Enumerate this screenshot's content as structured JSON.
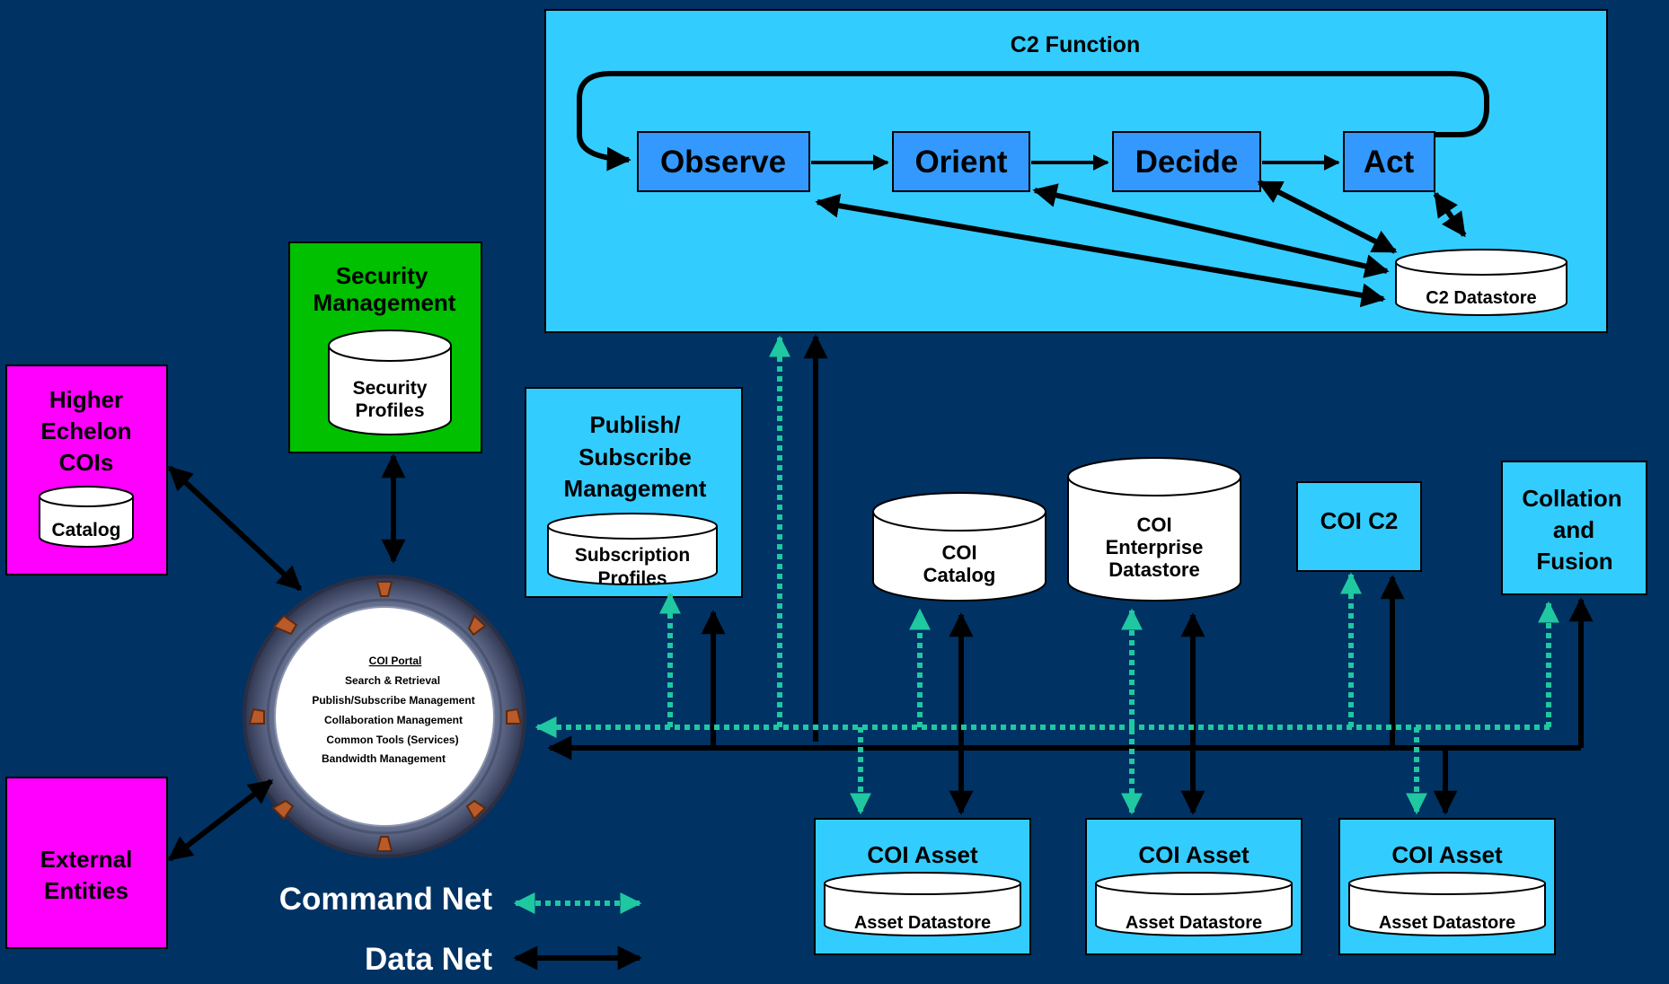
{
  "colors": {
    "background": "#003264",
    "panel": "#33ccff",
    "box": "#3399ff",
    "green": "#00c000",
    "magenta": "#ff00ff",
    "command_net": "#1fc8a0",
    "data_net": "#000000"
  },
  "c2_function": {
    "title": "C2 Function",
    "ooda": [
      "Observe",
      "Orient",
      "Decide",
      "Act"
    ],
    "datastore": "C2 Datastore"
  },
  "security": {
    "title": [
      "Security",
      "Management"
    ],
    "store": [
      "Security",
      "Profiles"
    ]
  },
  "higher_echelon": {
    "title": [
      "Higher",
      "Echelon",
      "COIs"
    ],
    "store": "Catalog"
  },
  "external": {
    "title": [
      "External",
      "Entities"
    ]
  },
  "pubsub": {
    "title": [
      "Publish/",
      "Subscribe",
      "Management"
    ],
    "store": [
      "Subscription",
      "Profiles"
    ]
  },
  "coi_catalog": [
    "COI",
    "Catalog"
  ],
  "coi_enterprise": [
    "COI",
    "Enterprise",
    "Datastore"
  ],
  "coi_c2": "COI C2",
  "collation": [
    "Collation",
    "and",
    "Fusion"
  ],
  "portal": {
    "title": "COI Portal",
    "items": [
      "Search & Retrieval",
      "Publish/Subscribe Management",
      "Collaboration Management",
      "Common Tools (Services)",
      "Bandwidth Management"
    ]
  },
  "assets": [
    {
      "title": "COI Asset",
      "store": "Asset Datastore"
    },
    {
      "title": "COI Asset",
      "store": "Asset Datastore"
    },
    {
      "title": "COI Asset",
      "store": "Asset Datastore"
    }
  ],
  "legend": {
    "command": "Command Net",
    "data": "Data Net"
  }
}
